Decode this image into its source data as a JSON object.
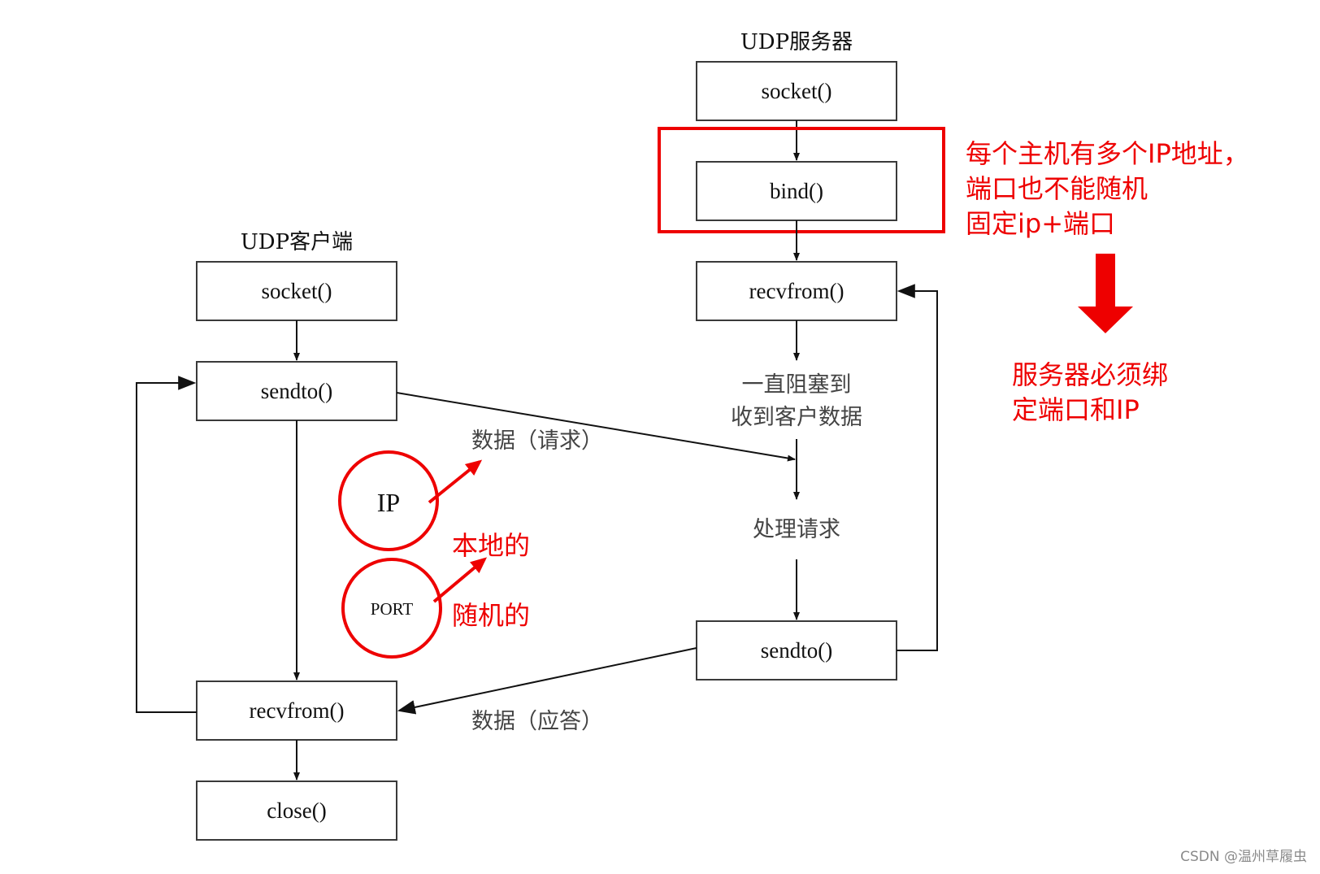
{
  "server": {
    "title": "UDP服务器",
    "socket": "socket()",
    "bind": "bind()",
    "recvfrom": "recvfrom()",
    "wait_line1": "一直阻塞到",
    "wait_line2": "收到客户数据",
    "process": "处理请求",
    "sendto": "sendto()"
  },
  "client": {
    "title": "UDP客户端",
    "socket": "socket()",
    "sendto": "sendto()",
    "recvfrom": "recvfrom()",
    "close": "close()"
  },
  "messages": {
    "request": "数据（请求）",
    "response": "数据（应答）"
  },
  "annotations": {
    "note_line1": "每个主机有多个IP地址，",
    "note_line2": "端口也不能随机",
    "note_line3": "固定ip+端口",
    "conclusion_line1": "服务器必须绑",
    "conclusion_line2": "定端口和IP",
    "ip_circle": "IP",
    "port_circle": "PORT",
    "ip_note": "本地的",
    "port_note": "随机的"
  },
  "colors": {
    "accent_red": "#ee0000",
    "line": "#111111",
    "box_border": "#3a3a3a"
  },
  "watermark": "CSDN @温州草履虫"
}
